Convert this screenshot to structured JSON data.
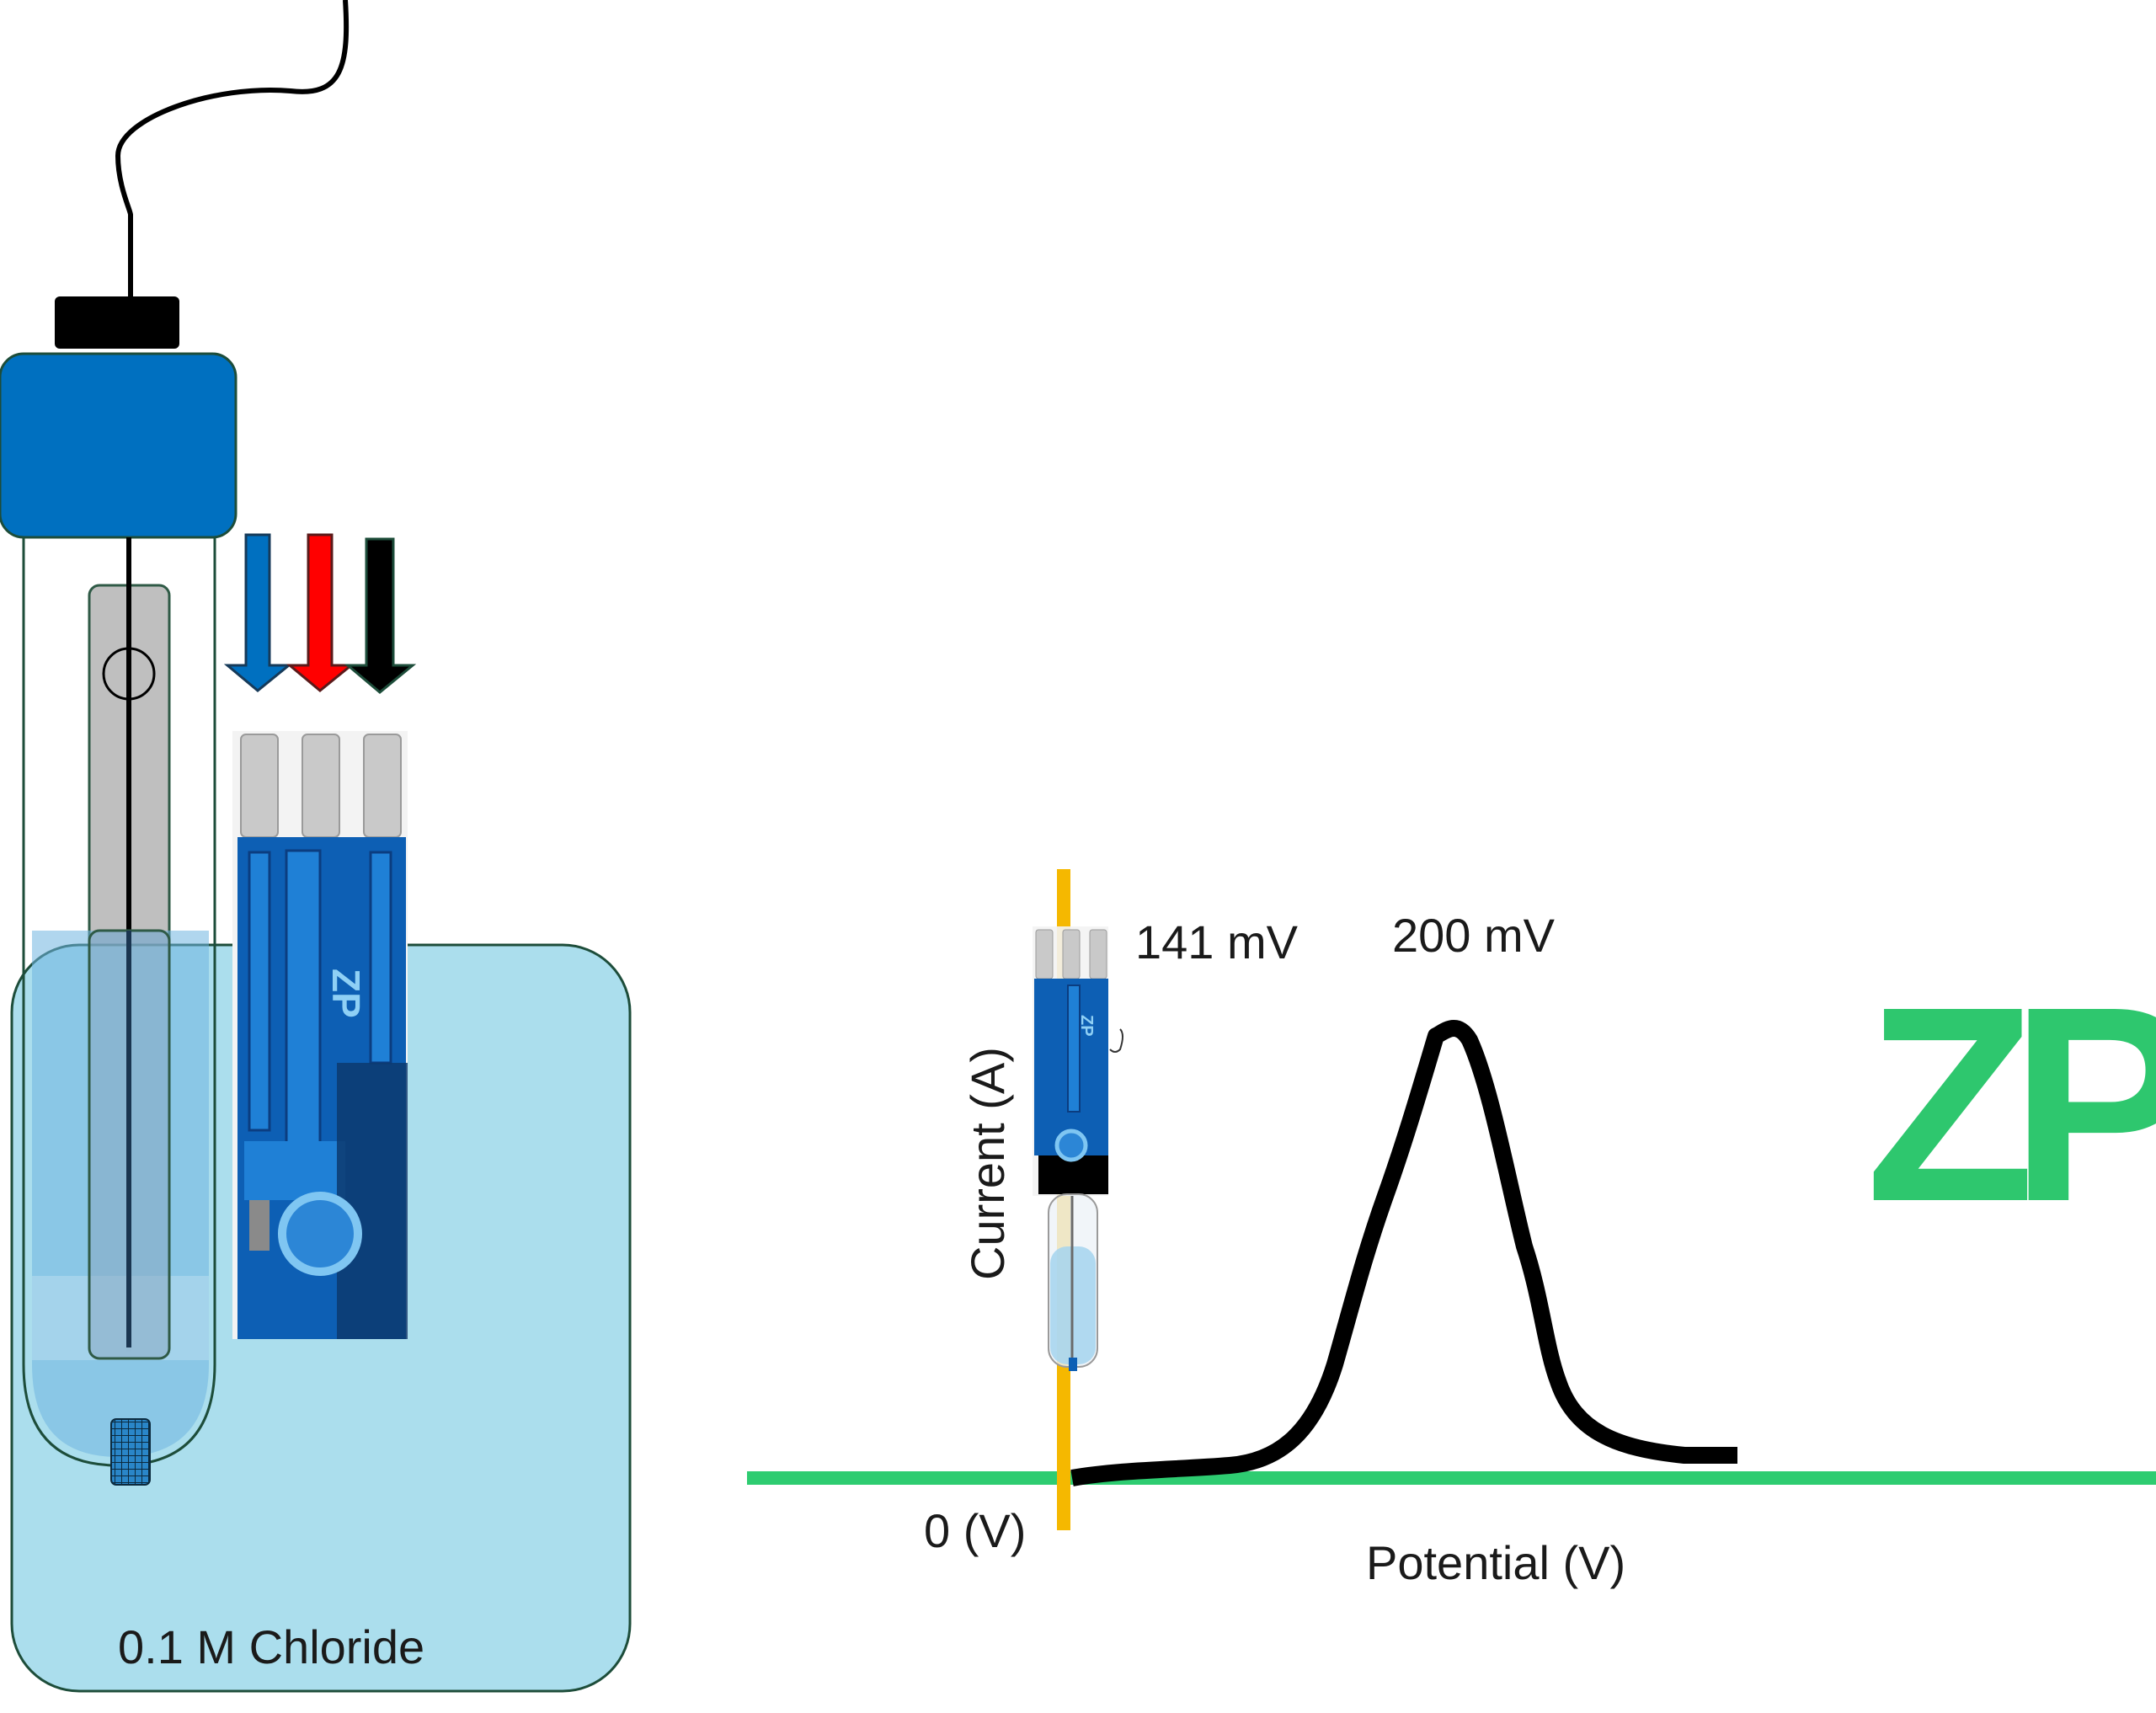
{
  "beaker": {
    "label": "0.1 M Chloride",
    "color": "#a4dbeb",
    "border": "#1d4d3a"
  },
  "electrode": {
    "cap_color": "#0070c0",
    "cable_color": "#000000"
  },
  "arrows": [
    {
      "color": "#0070c0"
    },
    {
      "color": "#ff0000"
    },
    {
      "color": "#000000"
    }
  ],
  "sensor": {
    "logo": "ZP"
  },
  "plot": {
    "ylabel": "Current (A)",
    "xlabel": "Potential (V)",
    "origin_label": "0 (V)",
    "annotation_left": "141 mV",
    "annotation_peak": "200 mV",
    "axis_x_color": "#2ecc71",
    "axis_y_color": "#f5b800",
    "curve_color": "#000000"
  },
  "brand": {
    "logo_text": "ZP",
    "color": "#2ec76e"
  }
}
